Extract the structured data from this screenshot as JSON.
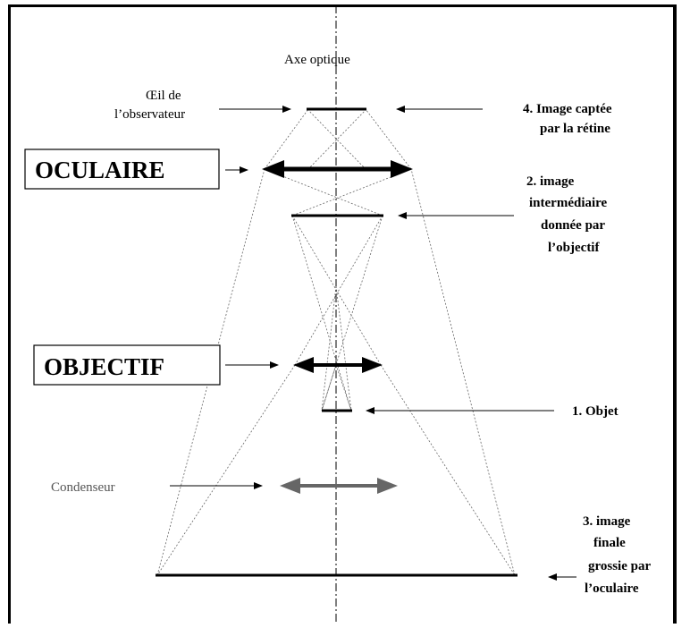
{
  "diagram": {
    "axis_label": "Axe optique",
    "eye_label": [
      "Œil de",
      "l’observateur"
    ],
    "ocular_label": "OCULAIRE",
    "objective_label": "OBJECTIF",
    "condenser_label": "Condenseur",
    "note_4": [
      "4. Image captée",
      "par la rétine"
    ],
    "note_2": [
      "2. image",
      "intermédiaire",
      "donnée par",
      "l’objectif"
    ],
    "note_1": "1. Objet",
    "note_3": [
      "3. image",
      "finale",
      "grossie par",
      "l’oculaire"
    ]
  }
}
